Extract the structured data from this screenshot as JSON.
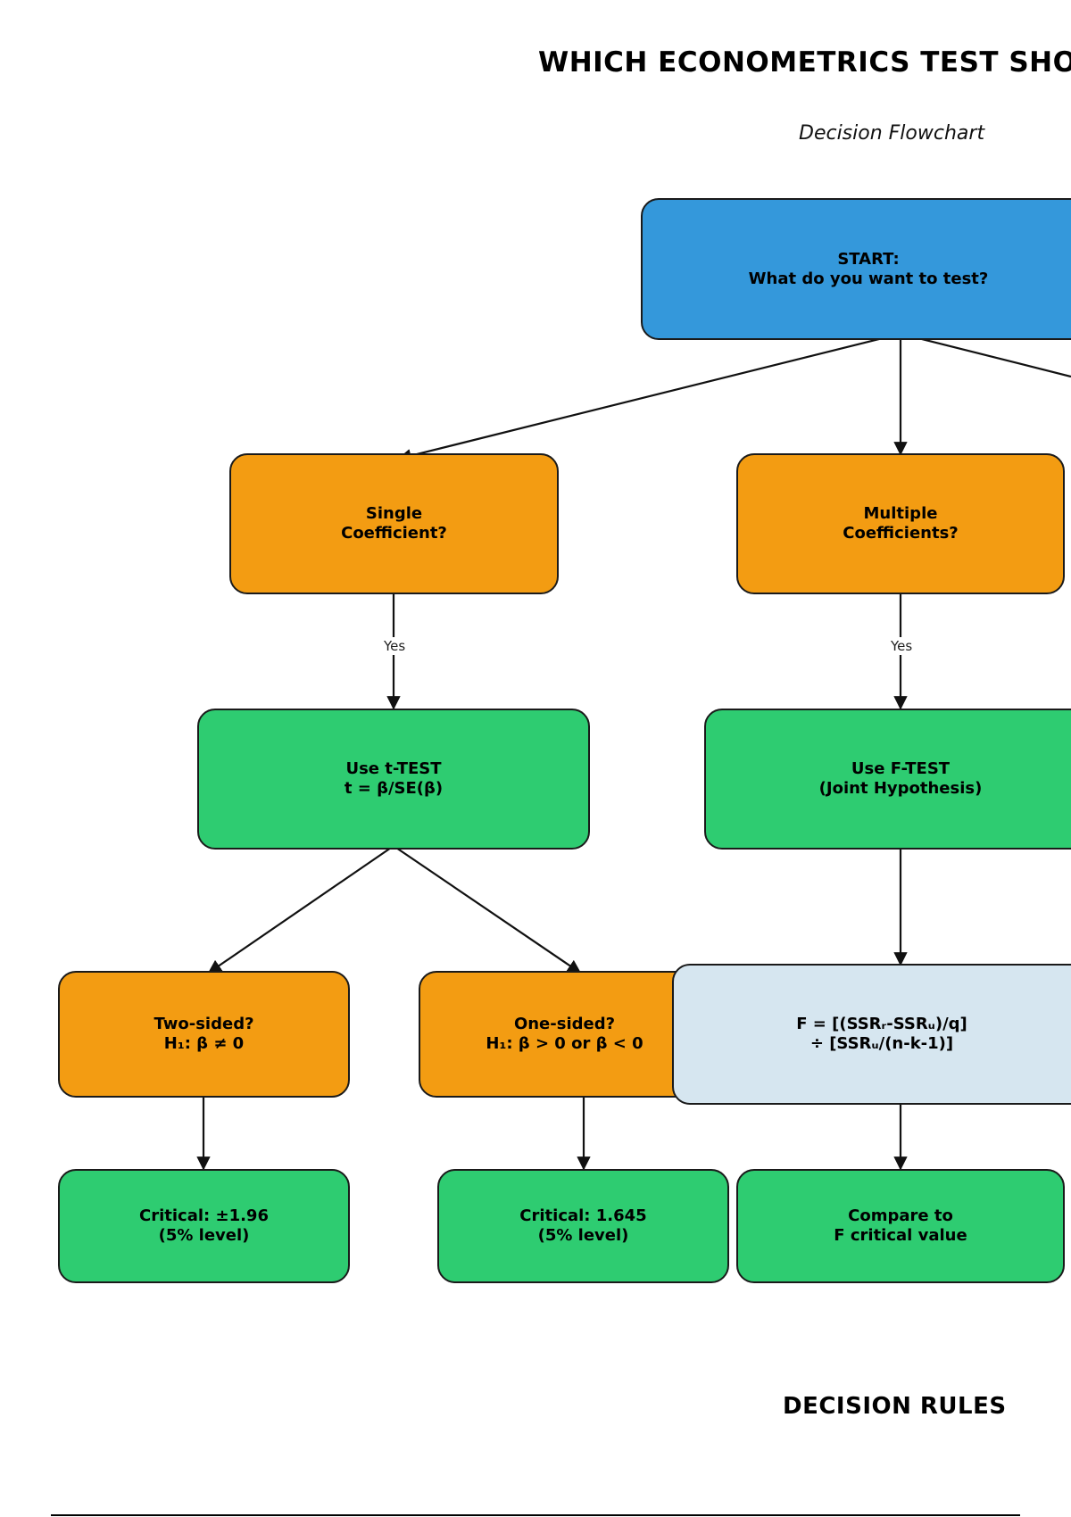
{
  "header": {
    "title": "WHICH ECONOMETRICS TEST SHO",
    "subtitle": "Decision Flowchart"
  },
  "nodes": {
    "start": "START:\nWhat do you want to test?",
    "single": "Single\nCoefficient?",
    "multiple": "Multiple\nCoefficients?",
    "t_test": "Use t-TEST\nt = β/SE(β)",
    "f_test": "Use F-TEST\n(Joint Hypothesis)",
    "two_sided": "Two-sided?\nH₁: β ≠ 0",
    "one_sided": "One-sided?\nH₁: β > 0 or β < 0",
    "f_formula": "F = [(SSRᵣ-SSRᵤ)/q]\n÷ [SSRᵤ/(n-k-1)]",
    "crit_two": "Critical: ±1.96\n(5% level)",
    "crit_one": "Critical: 1.645\n(5% level)",
    "compare_f": "Compare to\nF critical value"
  },
  "edge_labels": {
    "yes_single": "Yes",
    "yes_multiple": "Yes"
  },
  "footer": {
    "rules_title": "DECISION RULES"
  }
}
